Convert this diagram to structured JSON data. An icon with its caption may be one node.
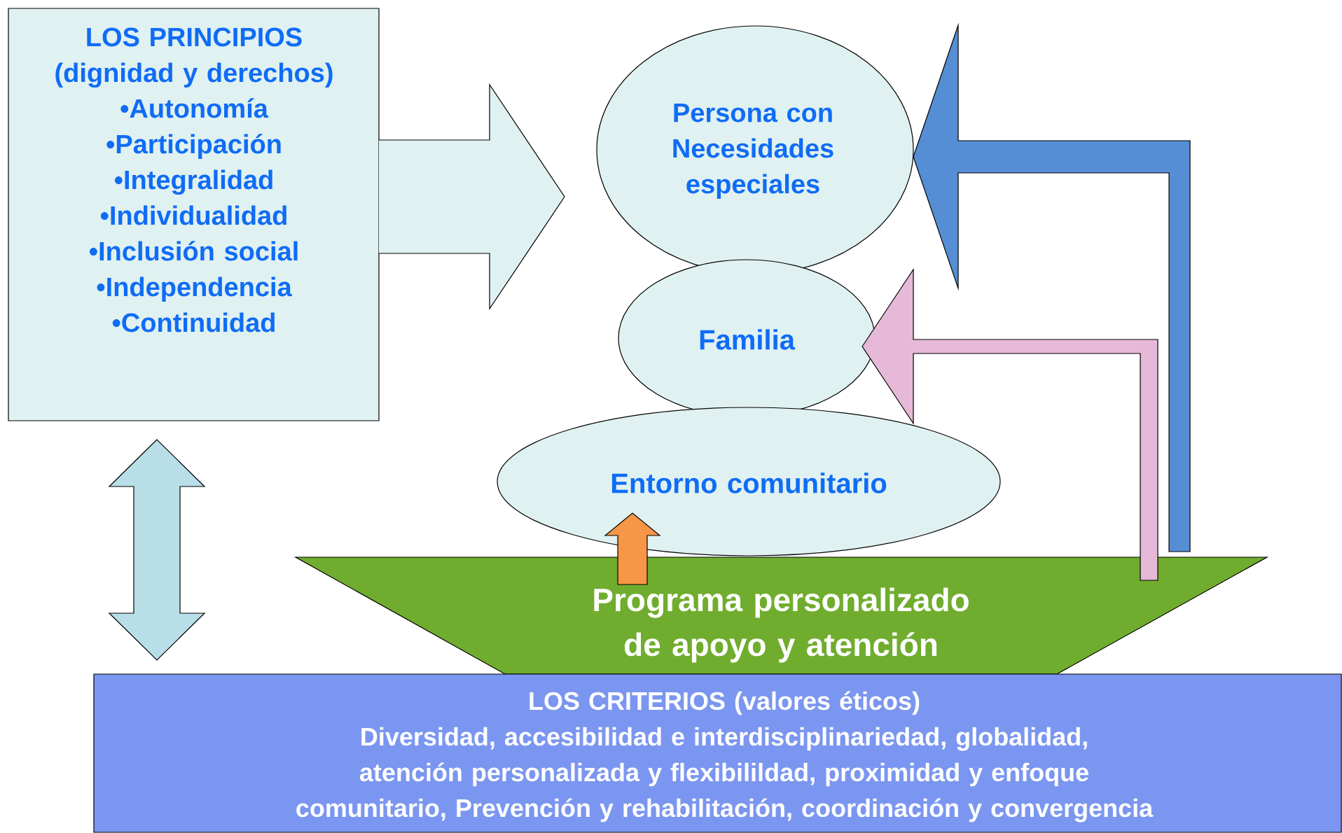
{
  "diagram": {
    "nodes": [
      {
        "text": [
          "LOS PRINCIPIOS (dignidad y derechos)",
          "•Autonomía",
          "•Participación",
          "•Integralidad",
          "•Individualidad",
          "•Inclusión social",
          "•Independencia",
          "•Continuidad"
        ]
      },
      {
        "text": [
          "Persona con Necesidades especiales"
        ]
      },
      {
        "text": [
          "Familia"
        ]
      },
      {
        "text": [
          "Entorno comunitario"
        ]
      },
      {
        "text": [
          "Programa personalizado de apoyo y atención"
        ]
      },
      {
        "text": [
          "LOS CRITERIOS (valores éticos)",
          "Diversidad, accesibilidad e interdisciplinariedad, globalidad, atención personalizada y flexibilildad, proximidad y enfoque comunitario, Prevención y rehabilitación, coordinación y convergencia"
        ]
      }
    ],
    "edges": [
      {
        "from": 0,
        "to": 1,
        "arrow": "to",
        "color": "#e0f1f1"
      },
      {
        "from": 0,
        "to": 5,
        "arrow": "both",
        "color": "#b8dfe8"
      },
      {
        "from": 4,
        "to": 1,
        "arrow": "to",
        "color": "#558ed5"
      },
      {
        "from": 4,
        "to": 2,
        "arrow": "to",
        "color": "#e6b9d8"
      },
      {
        "from": 4,
        "to": 3,
        "arrow": "to",
        "color": "#f79646"
      }
    ]
  }
}
